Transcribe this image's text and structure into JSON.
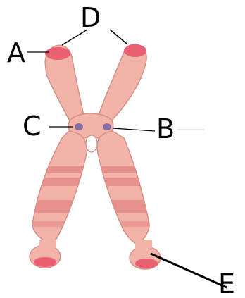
{
  "labels": {
    "a": "A",
    "b": "B",
    "c": "C",
    "d": "D",
    "e": "E"
  },
  "colors": {
    "chromosome_fill": "#f2b3a8",
    "chromosome_outline": "#d58f86",
    "band": "#e48b86",
    "telomere": "#e8566d",
    "centromere_knob": "#8a6aa6",
    "pointer_line": "#000000"
  }
}
